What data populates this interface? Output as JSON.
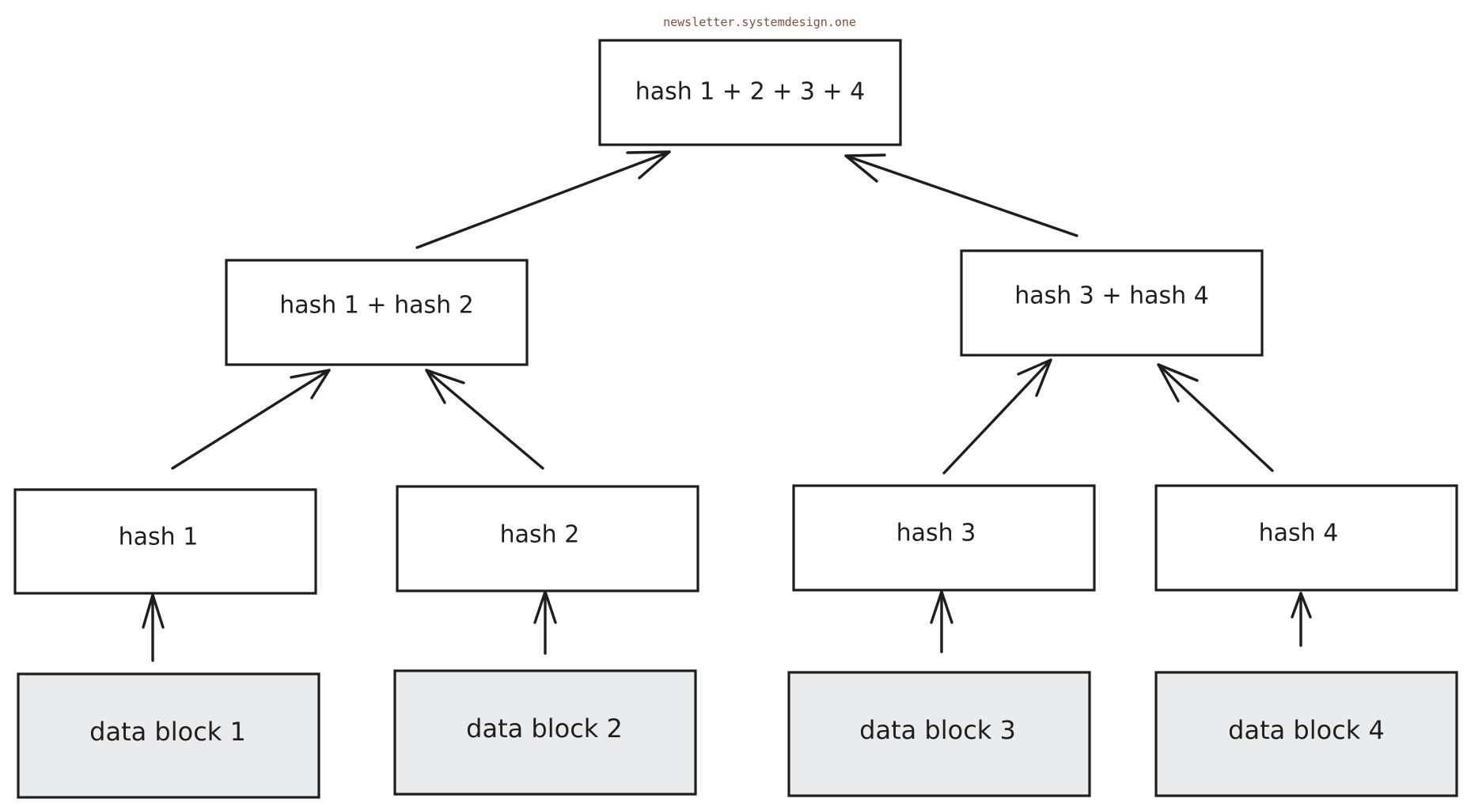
{
  "watermark": "newsletter.systemdesign.one",
  "nodes": {
    "root": "hash 1 + 2 + 3 + 4",
    "hash12": "hash 1 + hash 2",
    "hash34": "hash 3 + hash 4",
    "hash1": "hash 1",
    "hash2": "hash 2",
    "hash3": "hash 3",
    "hash4": "hash 4",
    "data1": "data block 1",
    "data2": "data block 2",
    "data3": "data block 3",
    "data4": "data block 4"
  },
  "colors": {
    "stroke": "#1e1e1e",
    "data_block_fill": "#e9ecef",
    "hash_fill": "#ffffff",
    "watermark": "#8a4b3a"
  }
}
